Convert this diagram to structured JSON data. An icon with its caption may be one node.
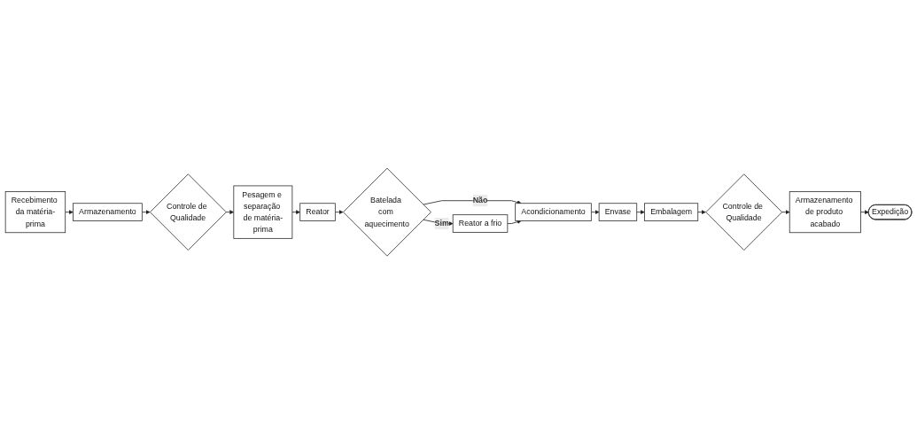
{
  "diagram": {
    "nodes": [
      {
        "text": [
          "Recebimento da matéria-prima"
        ]
      },
      {
        "text": [
          "Armazenamento"
        ]
      },
      {
        "text": [
          "Controle de Qualidade"
        ]
      },
      {
        "text": [
          "Pesagem e separação de matéria-prima"
        ]
      },
      {
        "text": [
          "Reator"
        ]
      },
      {
        "text": [
          "Batelada com aquecimento"
        ]
      },
      {
        "text": [
          "Acondicionamento"
        ]
      },
      {
        "text": [
          "Reator a frio"
        ]
      },
      {
        "text": [
          "Envase"
        ]
      },
      {
        "text": [
          "Embalagem"
        ]
      },
      {
        "text": [
          "Controle de Qualidade"
        ]
      },
      {
        "text": [
          "Armazenamento de produto acabado"
        ]
      },
      {
        "text": [
          "Expedição"
        ]
      }
    ],
    "edges": [
      {
        "from": 0,
        "to": 1,
        "arrow": "to"
      },
      {
        "from": 1,
        "to": 2,
        "arrow": "to"
      },
      {
        "from": 2,
        "to": 3,
        "arrow": "to"
      },
      {
        "from": 3,
        "to": 4,
        "arrow": "to"
      },
      {
        "from": 4,
        "to": 5,
        "arrow": "to"
      },
      {
        "from": 5,
        "to": 6,
        "label": "Não",
        "arrow": "to"
      },
      {
        "from": 5,
        "to": 7,
        "label": "Sim",
        "arrow": "to"
      },
      {
        "from": 7,
        "to": 6,
        "arrow": "to"
      },
      {
        "from": 6,
        "to": 8,
        "arrow": "to"
      },
      {
        "from": 8,
        "to": 9,
        "arrow": "to"
      },
      {
        "from": 9,
        "to": 10,
        "arrow": "to"
      },
      {
        "from": 10,
        "to": 11,
        "arrow": "to"
      },
      {
        "from": 11,
        "to": 12,
        "arrow": "to"
      }
    ]
  }
}
